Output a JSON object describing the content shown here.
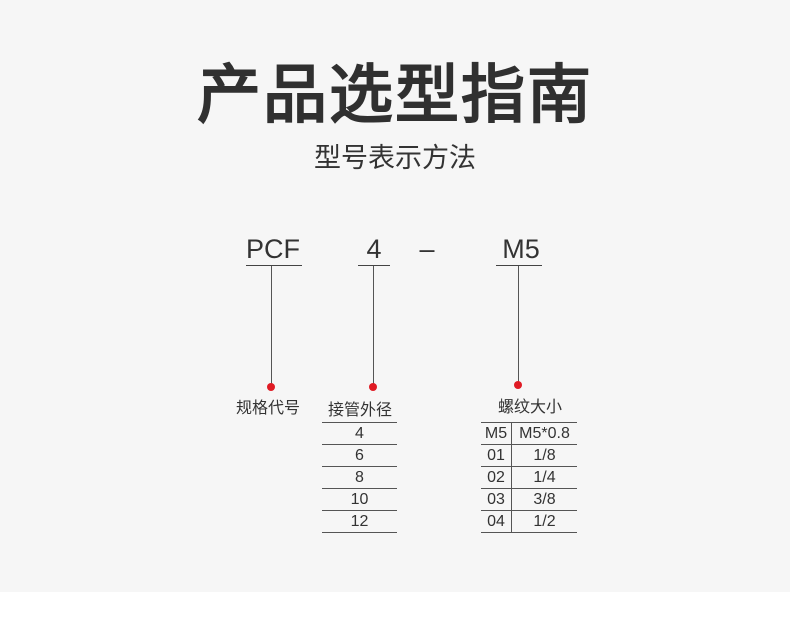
{
  "title": "产品选型指南",
  "subtitle": "型号表示方法",
  "model_code": {
    "prefix": "PCF",
    "size": "4",
    "separator": "–",
    "thread": "M5"
  },
  "labels": {
    "spec_code": "规格代号",
    "tube_od": "接管外径",
    "thread_size": "螺纹大小"
  },
  "tube_sizes": [
    "4",
    "6",
    "8",
    "10",
    "12"
  ],
  "thread_table": [
    {
      "code": "M5",
      "size": "M5*0.8"
    },
    {
      "code": "01",
      "size": "1/8"
    },
    {
      "code": "02",
      "size": "1/4"
    },
    {
      "code": "03",
      "size": "3/8"
    },
    {
      "code": "04",
      "size": "1/2"
    }
  ],
  "colors": {
    "background": "#f6f6f6",
    "dot": "#e01b24",
    "text": "#333333"
  }
}
